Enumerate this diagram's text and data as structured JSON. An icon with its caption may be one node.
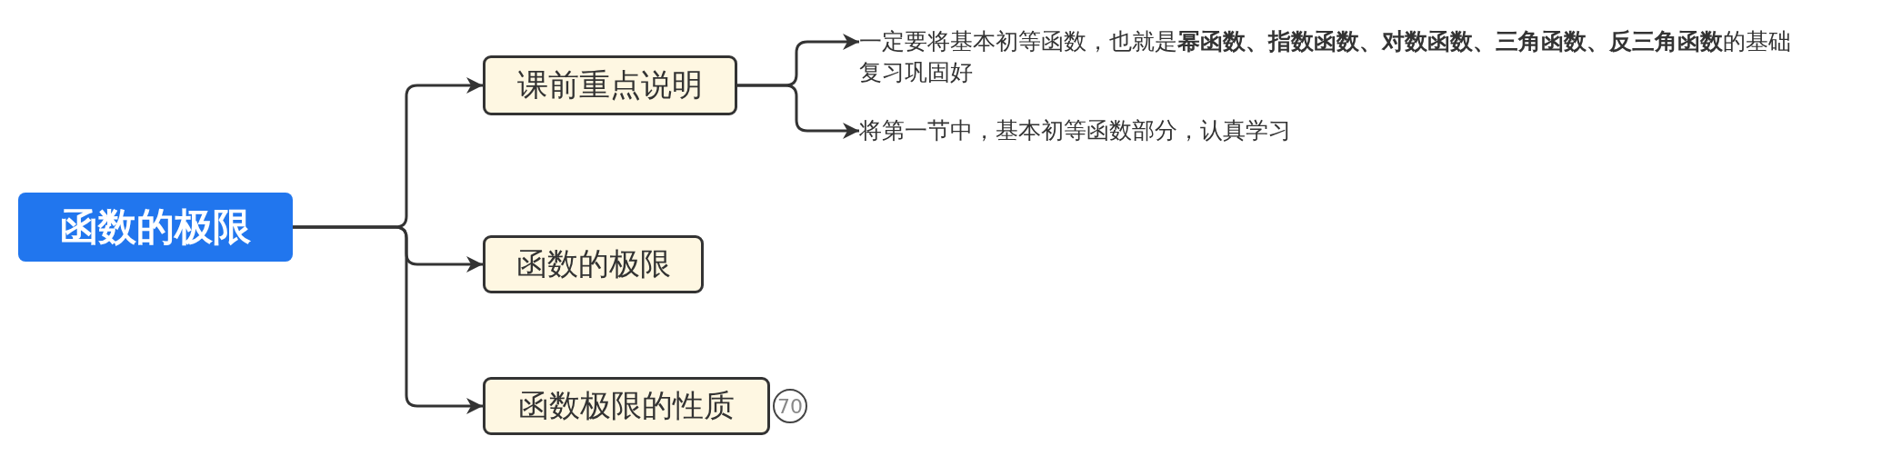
{
  "diagram": {
    "nodes": [
      {
        "text": [
          "函数的极限"
        ]
      },
      {
        "text": [
          "课前重点说明"
        ]
      },
      {
        "text": [
          "函数的极限"
        ]
      },
      {
        "text": [
          "函数极限的性质"
        ],
        "beside": [
          "70"
        ]
      },
      {
        "text": [
          "一定要将基本初等函数，也就是**幂函数、指数函数、对数函数、三角函数、反三角函数**的基础复习巩固好"
        ]
      },
      {
        "text": [
          "将第一节中，基本初等函数部分，认真学习"
        ]
      }
    ],
    "edges": [
      {
        "from": 0,
        "to": 1,
        "arrow": "to"
      },
      {
        "from": 0,
        "to": 2,
        "arrow": "to"
      },
      {
        "from": 0,
        "to": 3,
        "arrow": "to"
      },
      {
        "from": 1,
        "to": 4,
        "arrow": "to"
      },
      {
        "from": 1,
        "to": 5,
        "arrow": "to"
      }
    ]
  }
}
